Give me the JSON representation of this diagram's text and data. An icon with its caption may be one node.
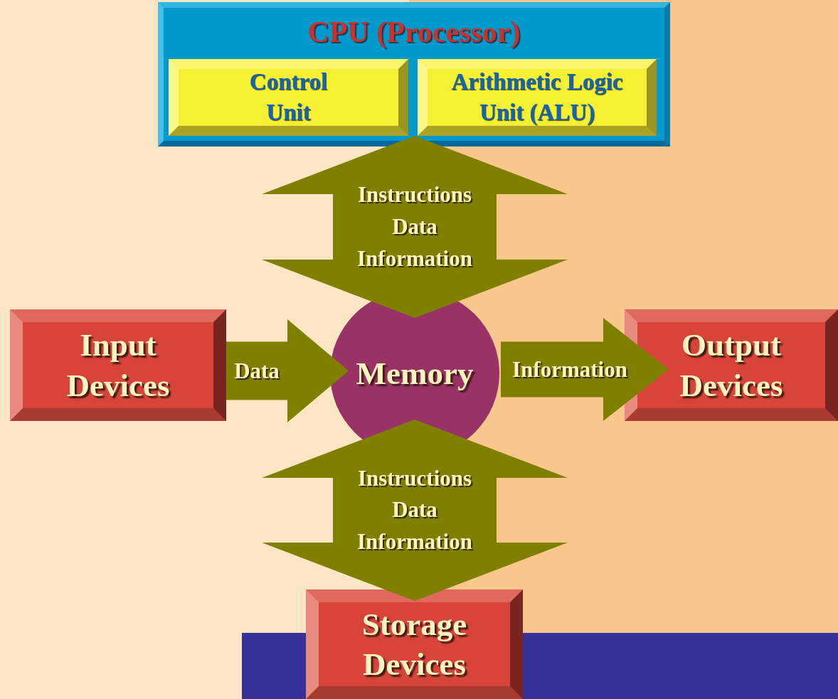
{
  "diagram": {
    "nodes": [
      {
        "text": [
          "CPU (Processor)"
        ]
      },
      {
        "text": [
          "Control Unit"
        ],
        "in": 0
      },
      {
        "text": [
          "Arithmetic Logic Unit (ALU)"
        ],
        "in": 0
      },
      {
        "text": [
          "Input Devices"
        ]
      },
      {
        "text": [
          "Memory"
        ]
      },
      {
        "text": [
          "Output Devices"
        ]
      },
      {
        "text": [
          "Storage Devices"
        ]
      }
    ],
    "edges": [
      {
        "from": 0,
        "to": 4,
        "arrow": "both",
        "label": "Instructions Data Information",
        "style": "thick"
      },
      {
        "from": 3,
        "to": 4,
        "arrow": "to",
        "label": "Data"
      },
      {
        "from": 4,
        "to": 5,
        "arrow": "to",
        "label": "Information"
      },
      {
        "from": 4,
        "to": 6,
        "arrow": "both",
        "label": "Instructions Data Information",
        "style": "thick"
      }
    ]
  }
}
